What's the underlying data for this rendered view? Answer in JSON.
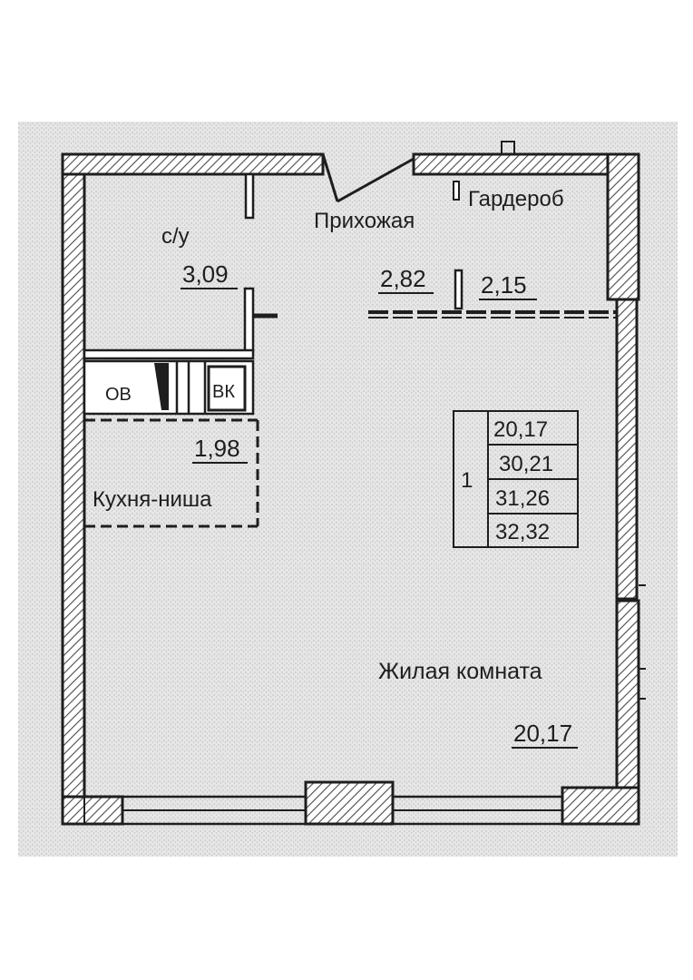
{
  "rooms": {
    "bathroom": {
      "name": "с/у",
      "area": "3,09"
    },
    "hallway": {
      "name": "Прихожая",
      "area": "2,82"
    },
    "wardrobe": {
      "name": "Гардероб",
      "area": "2,15"
    },
    "kitchen_niche": {
      "name": "Кухня-ниша",
      "area": "1,98"
    },
    "living_room": {
      "name": "Жилая комната",
      "area": "20,17"
    }
  },
  "equipment": {
    "ov": "ОВ",
    "vk": "ВК"
  },
  "area_table": {
    "room_count": "1",
    "values": [
      "20,17",
      "30,21",
      "31,26",
      "32,32"
    ]
  },
  "colors": {
    "paper": "#e9e9e9",
    "wall_fill": "#ffffff",
    "hatch": "#4a4a4a",
    "line": "#1e1e1e",
    "grain": "#8c8c8c"
  }
}
